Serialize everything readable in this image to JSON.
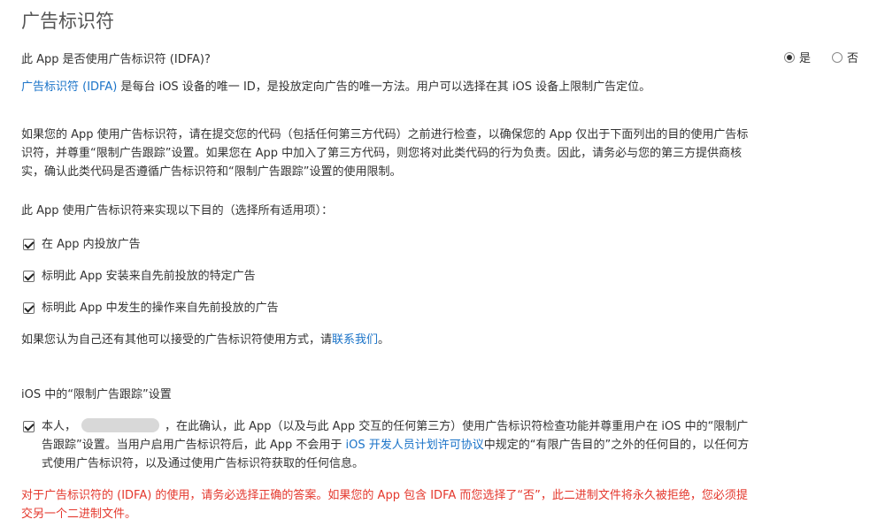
{
  "section_title": "广告标识符",
  "question": {
    "label": "此 App 是否使用广告标识符 (IDFA)?",
    "options": [
      {
        "label": "是",
        "checked": true
      },
      {
        "label": "否",
        "checked": false
      }
    ]
  },
  "intro": {
    "link": "广告标识符 (IDFA)",
    "text": " 是每台 iOS 设备的唯一 ID，是投放定向广告的唯一方法。用户可以选择在其 iOS 设备上限制广告定位。"
  },
  "notice_paragraph": "如果您的 App 使用广告标识符，请在提交您的代码（包括任何第三方代码）之前进行检查，以确保您的 App 仅出于下面列出的目的使用广告标识符，并尊重“限制广告跟踪”设置。如果您在 App 中加入了第三方代码，则您将对此类代码的行为负责。因此，请务必与您的第三方提供商核实，确认此类代码是否遵循广告标识符和“限制广告跟踪”设置的使用限制。",
  "purposes_heading": "此 App 使用广告标识符来实现以下目的（选择所有适用项）：",
  "purposes": [
    {
      "label": "在 App 内投放广告",
      "checked": true
    },
    {
      "label": "标明此 App 安装来自先前投放的特定广告",
      "checked": true
    },
    {
      "label": "标明此 App 中发生的操作来自先前投放的广告",
      "checked": true
    }
  ],
  "contact": {
    "prefix": "如果您认为自己还有其他可以接受的广告标识符使用方式，请",
    "link": "联系我们",
    "suffix": "。"
  },
  "limit_tracking": {
    "heading": "iOS 中的“限制广告跟踪”设置",
    "checked": true,
    "part1": "本人，",
    "part2": "，在此确认，此 App（以及与此 App 交互的任何第三方）使用广告标识符检查功能并尊重用户在 iOS 中的“限制广告跟踪”设置。当用户启用广告标识符后，此 App 不会用于 ",
    "link": "iOS 开发人员计划许可协议",
    "part3": "中规定的“有限广告目的”之外的任何目的，以任何方式使用广告标识符，以及通过使用广告标识符获取的任何信息。"
  },
  "warning": "对于广告标识符的 (IDFA) 的使用，请务必选择正确的答案。如果您的 App 包含 IDFA 而您选择了“否”，此二进制文件将永久被拒绝，您必须提交另一个二进制文件。",
  "colors": {
    "link": "#1a73c8",
    "warning": "#e4372c",
    "text": "#333333"
  }
}
